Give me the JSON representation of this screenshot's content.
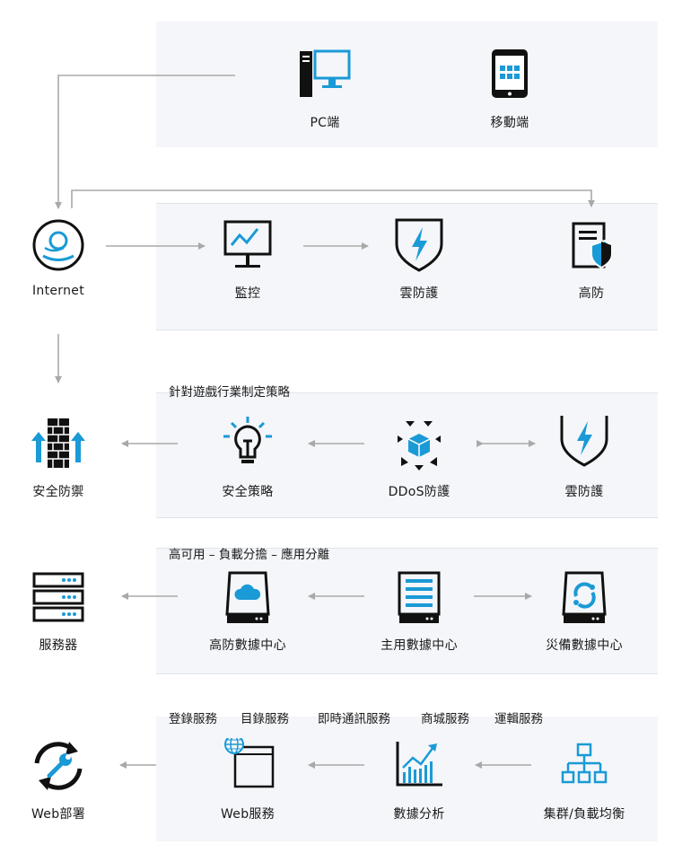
{
  "devices": {
    "pc": "PC端",
    "mobile": "移動端"
  },
  "row1": {
    "internet": "Internet",
    "monitor": "監控",
    "cloud_protect": "雲防護",
    "high_defense": "高防"
  },
  "row2": {
    "caption": "針對遊戲行業制定策略",
    "firewall": "安全防禦",
    "policy": "安全策略",
    "ddos": "DDoS防護",
    "cloud_protect": "雲防護"
  },
  "row3": {
    "caption": "高可用 – 負載分擔 – 應用分離",
    "servers": "服務器",
    "hd_dc": "高防數據中心",
    "main_dc": "主用數據中心",
    "dr_dc": "災備數據中心"
  },
  "row4": {
    "services": [
      "登錄服務",
      "目錄服務",
      "即時通訊服務",
      "商城服務",
      "運輯服務"
    ],
    "web_deploy": "Web部署",
    "web_service": "Web服務",
    "analytics": "數據分析",
    "cluster": "集群/負載均衡"
  },
  "colors": {
    "dark": "#111111",
    "accent": "#1a9ad6",
    "panel": "#f4f6f9",
    "arrow": "#a9a9a9"
  },
  "icons": [
    "pc-icon",
    "tablet-icon",
    "internet-icon",
    "monitor-icon",
    "shield-bolt-icon",
    "doc-shield-icon",
    "firewall-icon",
    "lightbulb-icon",
    "ddos-cube-icon",
    "server-rack-icon",
    "cloud-storage-icon",
    "list-storage-icon",
    "recovery-storage-icon",
    "repair-cycle-icon",
    "web-browser-icon",
    "analytics-chart-icon",
    "network-tree-icon"
  ]
}
